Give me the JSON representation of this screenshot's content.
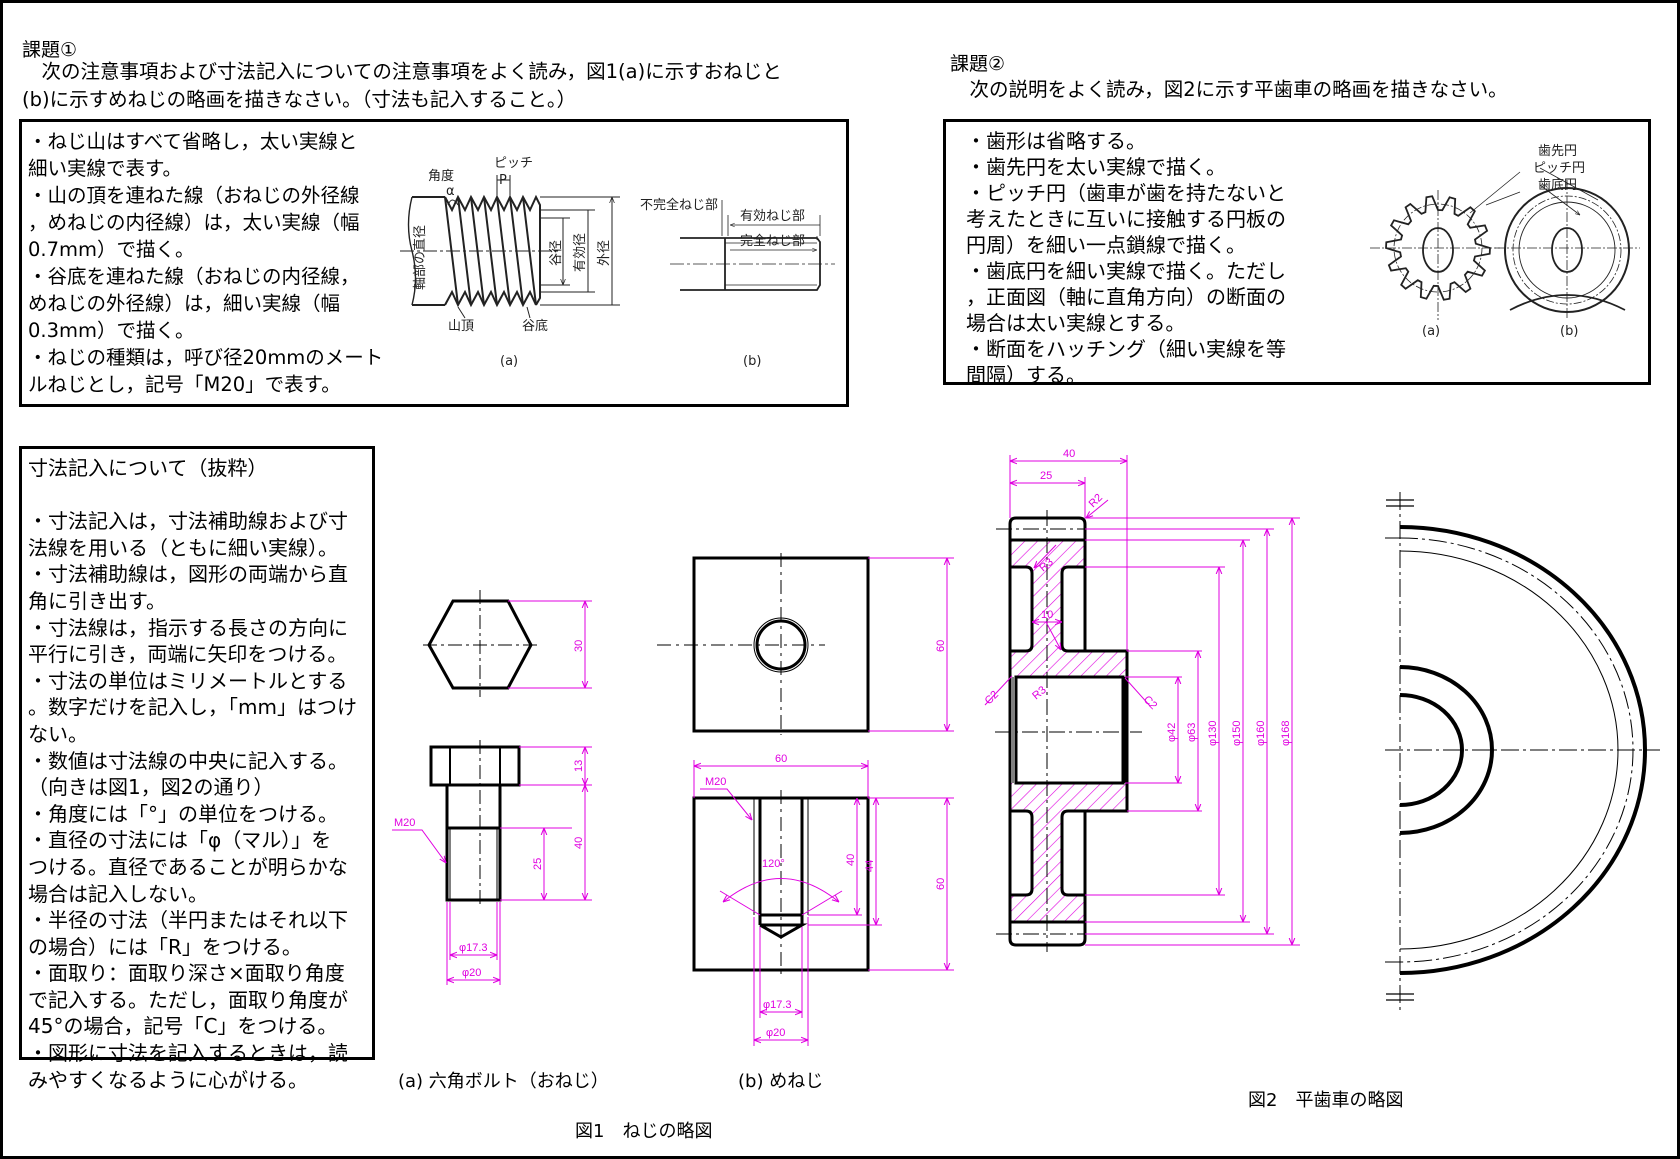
{
  "task1": {
    "heading": "課題①",
    "intro": [
      "　次の注意事項および寸法記入についての注意事項をよく読み，図1(a)に示すおねじと",
      "(b)に示すめねじの略画を描きなさい。（寸法も記入すること。）"
    ],
    "notes": [
      "・ねじ山はすべて省略し，太い実線と",
      "細い実線で表す。",
      "・山の頂を連ねた線（おねじの外径線",
      "，めねじの内径線）は，太い実線（幅",
      "0.7mm）で描く。",
      "・谷底を連ねた線（おねじの内径線，",
      "めねじの外径線）は，細い実線（幅",
      "0.3mm）で描く。",
      "・ねじの種類は，呼び径20mmのメート",
      "ルねじとし，記号「M20」で表す。"
    ],
    "ref_a": {
      "angle": "角度",
      "alpha": "α",
      "pitch": "ピッチ",
      "p": "P",
      "shaft_dia": "軸部の直径",
      "root_dia": "谷径",
      "pitch_dia": "有効径",
      "outer_dia": "外径",
      "crest": "山頂",
      "root": "谷底",
      "caption": "(a)"
    },
    "ref_b": {
      "incomplete": "不完全ねじ部",
      "effective": "有効ねじ部",
      "complete": "完全ねじ部",
      "caption": "(b)"
    }
  },
  "task2": {
    "heading": "課題②",
    "intro": "　次の説明をよく読み，図2に示す平歯車の略画を描きなさい。",
    "notes": [
      "・歯形は省略する。",
      "・歯先円を太い実線で描く。",
      "・ピッチ円（歯車が歯を持たないと",
      "考えたときに互いに接触する円板の",
      "円周）を細い一点鎖線で描く。",
      "・歯底円を細い実線で描く。ただし",
      "，正面図（軸に直角方向）の断面の",
      "場合は太い実線とする。",
      "・断面をハッチング（細い実線を等",
      "間隔）する。"
    ],
    "ref": {
      "addendum": "歯先円",
      "pitch": "ピッチ円",
      "root": "歯底円",
      "caption_a": "(a)",
      "caption_b": "(b)",
      "teeth": 14
    }
  },
  "dimension_rules": {
    "title": "寸法記入について（抜粋）",
    "lines": [
      "・寸法記入は，寸法補助線および寸",
      "法線を用いる（ともに細い実線）。",
      "・寸法補助線は，図形の両端から直",
      "角に引き出す。",
      "・寸法線は，指示する長さの方向に",
      "平行に引き，両端に矢印をつける。",
      "・寸法の単位はミリメートルとする",
      "。数字だけを記入し，「mm」はつけ",
      "ない。",
      "・数値は寸法線の中央に記入する。",
      "（向きは図1，図2の通り）",
      "・角度には「°」の単位をつける。",
      "・直径の寸法には「φ（マル）」を",
      "つける。直径であることが明らかな",
      "場合は記入しない。",
      "・半径の寸法（半円またはそれ以下",
      "の場合）には「R」をつける。",
      "・面取り：面取り深さ×面取り角度",
      "で記入する。ただし，面取り角度が",
      "45°の場合，記号「C」をつける。",
      "・図形に寸法を記入するときは，読",
      "みやすくなるように心がける。"
    ]
  },
  "fig1": {
    "bolt": {
      "hex_width": "30",
      "head_height": "13",
      "shank_length": "40",
      "thread_length": "25",
      "minor_dia": "φ17.3",
      "major_dia": "φ20",
      "thread_label": "M20",
      "caption": "(a) 六角ボルト（おねじ）"
    },
    "nut": {
      "height_top": "60",
      "width": "60",
      "thread_depth": "40",
      "drill_depth": "44",
      "height": "60",
      "drill_angle": "120°",
      "minor_dia": "φ17.3",
      "major_dia": "φ20",
      "thread_label": "M20",
      "caption": "(b) めねじ"
    },
    "caption": "図1　ねじの略図"
  },
  "fig2": {
    "face_width": "40",
    "rim_width": "25",
    "web_thickness": "10",
    "fillet_outer": "R2",
    "fillet_web_top": "R3",
    "fillet_web_bottom": "R3",
    "chamfer_left": "C2",
    "chamfer_right": "C2",
    "bore": "φ42",
    "hub": "φ63",
    "rim_inner": "φ130",
    "root_circle": "φ150",
    "pitch_circle": "φ160",
    "addendum_circle": "φ168",
    "caption": "図2　平歯車の略図"
  },
  "colors": {
    "dimension": "#e000e0",
    "line": "#000000"
  }
}
